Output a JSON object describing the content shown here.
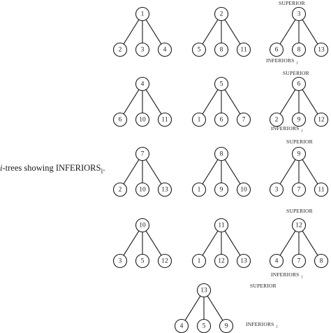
{
  "caption": {
    "prefix": "i",
    "text": "-trees showing INFERIORS",
    "subscript": "i",
    "suffix": "."
  },
  "labels": {
    "superior": "SUPERIOR",
    "inferiors": "INFERIORS",
    "inferiors_sub": "i"
  },
  "trees": [
    {
      "root": "1",
      "children": [
        "2",
        "3",
        "4"
      ]
    },
    {
      "root": "2",
      "children": [
        "5",
        "8",
        "11"
      ]
    },
    {
      "root": "3",
      "children": [
        "6",
        "8",
        "13"
      ]
    },
    {
      "root": "4",
      "children": [
        "6",
        "10",
        "11"
      ]
    },
    {
      "root": "5",
      "children": [
        "1",
        "6",
        "7"
      ]
    },
    {
      "root": "6",
      "children": [
        "2",
        "9",
        "12"
      ]
    },
    {
      "root": "7",
      "children": [
        "2",
        "10",
        "13"
      ]
    },
    {
      "root": "8",
      "children": [
        "1",
        "9",
        "10"
      ]
    },
    {
      "root": "9",
      "children": [
        "3",
        "7",
        "11"
      ]
    },
    {
      "root": "10",
      "children": [
        "3",
        "5",
        "12"
      ]
    },
    {
      "root": "11",
      "children": [
        "1",
        "12",
        "13"
      ]
    },
    {
      "root": "12",
      "children": [
        "4",
        "7",
        "8"
      ]
    },
    {
      "root": "13",
      "children": [
        "4",
        "5",
        "9"
      ]
    }
  ]
}
